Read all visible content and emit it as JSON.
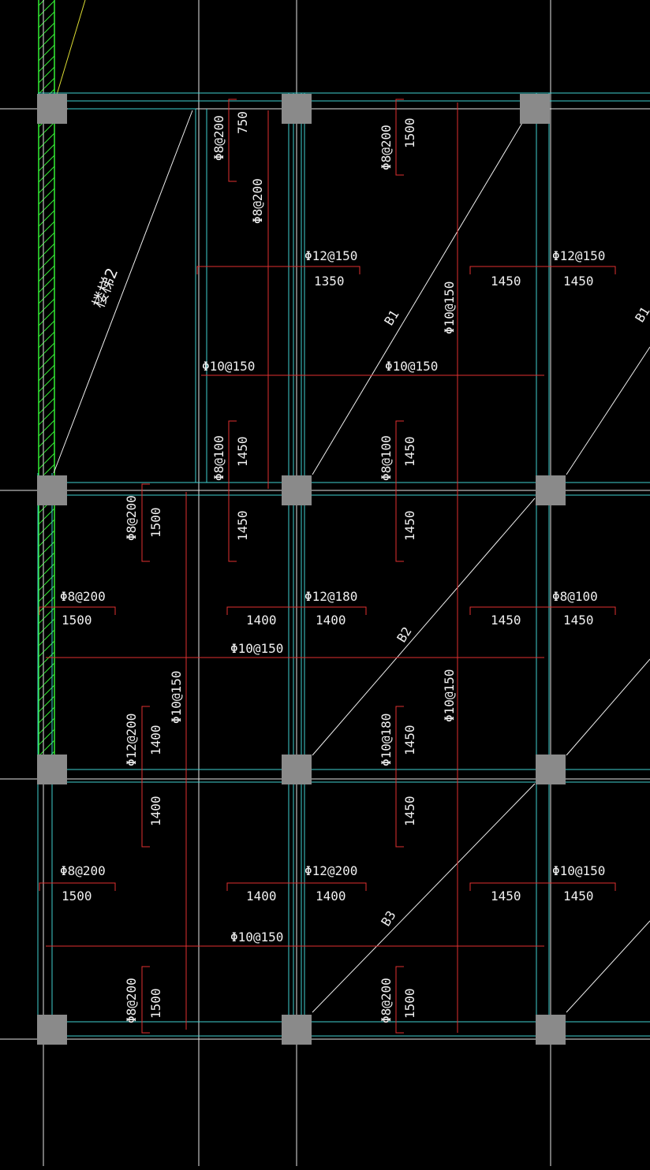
{
  "drawing": {
    "colors": {
      "background": "#000000",
      "axis_line": "#e6e6e6",
      "beam_line": "#3fd0d0",
      "rebar": "#e03030",
      "label": "#f0f0f0",
      "column": "#8a8a8a",
      "wall_hatch": "#33ee33",
      "edge_line": "#dddd33"
    },
    "stair_label": "楼梯2",
    "slab_labels": [
      "B1",
      "B1",
      "B2",
      "B3"
    ],
    "rebar_labels": [
      {
        "spec": "Φ8@200",
        "dim1": "750",
        "dim2": ""
      },
      {
        "spec": "Φ8@200",
        "dim1": "",
        "dim2": ""
      },
      {
        "spec": "Φ8@200",
        "dim1": "1500",
        "dim2": ""
      },
      {
        "spec": "Φ12@150",
        "dim1": "1350",
        "dim2": ""
      },
      {
        "spec": "Φ12@150",
        "dim1": "1450",
        "dim2": "1450"
      },
      {
        "spec": "Φ10@150",
        "dim1": "",
        "dim2": ""
      },
      {
        "spec": "Φ10@150",
        "dim1": "",
        "dim2": ""
      },
      {
        "spec": "Φ10@150",
        "dim1": "",
        "dim2": ""
      },
      {
        "spec": "Φ8@100",
        "dim1": "1450",
        "dim2": ""
      },
      {
        "spec": "Φ8@100",
        "dim1": "1450",
        "dim2": "1450"
      },
      {
        "spec": "Φ8@200",
        "dim1": "1500",
        "dim2": ""
      },
      {
        "spec": "",
        "dim1": "1450",
        "dim2": ""
      },
      {
        "spec": "Φ8@200",
        "dim1": "1500",
        "dim2": ""
      },
      {
        "spec": "Φ12@180",
        "dim1": "1400",
        "dim2": "1400"
      },
      {
        "spec": "Φ8@100",
        "dim1": "1450",
        "dim2": "1450"
      },
      {
        "spec": "Φ10@150",
        "dim1": "",
        "dim2": ""
      },
      {
        "spec": "Φ10@150",
        "dim1": "",
        "dim2": ""
      },
      {
        "spec": "Φ10@150",
        "dim1": "",
        "dim2": ""
      },
      {
        "spec": "Φ12@200",
        "dim1": "1400",
        "dim2": "1400"
      },
      {
        "spec": "Φ10@180",
        "dim1": "1450",
        "dim2": "1450"
      },
      {
        "spec": "Φ8@200",
        "dim1": "1500",
        "dim2": ""
      },
      {
        "spec": "Φ12@200",
        "dim1": "1400",
        "dim2": "1400"
      },
      {
        "spec": "Φ10@150",
        "dim1": "1450",
        "dim2": "1450"
      },
      {
        "spec": "Φ10@150",
        "dim1": "",
        "dim2": ""
      },
      {
        "spec": "Φ8@200",
        "dim1": "1500",
        "dim2": ""
      },
      {
        "spec": "Φ8@200",
        "dim1": "1500",
        "dim2": ""
      }
    ]
  }
}
